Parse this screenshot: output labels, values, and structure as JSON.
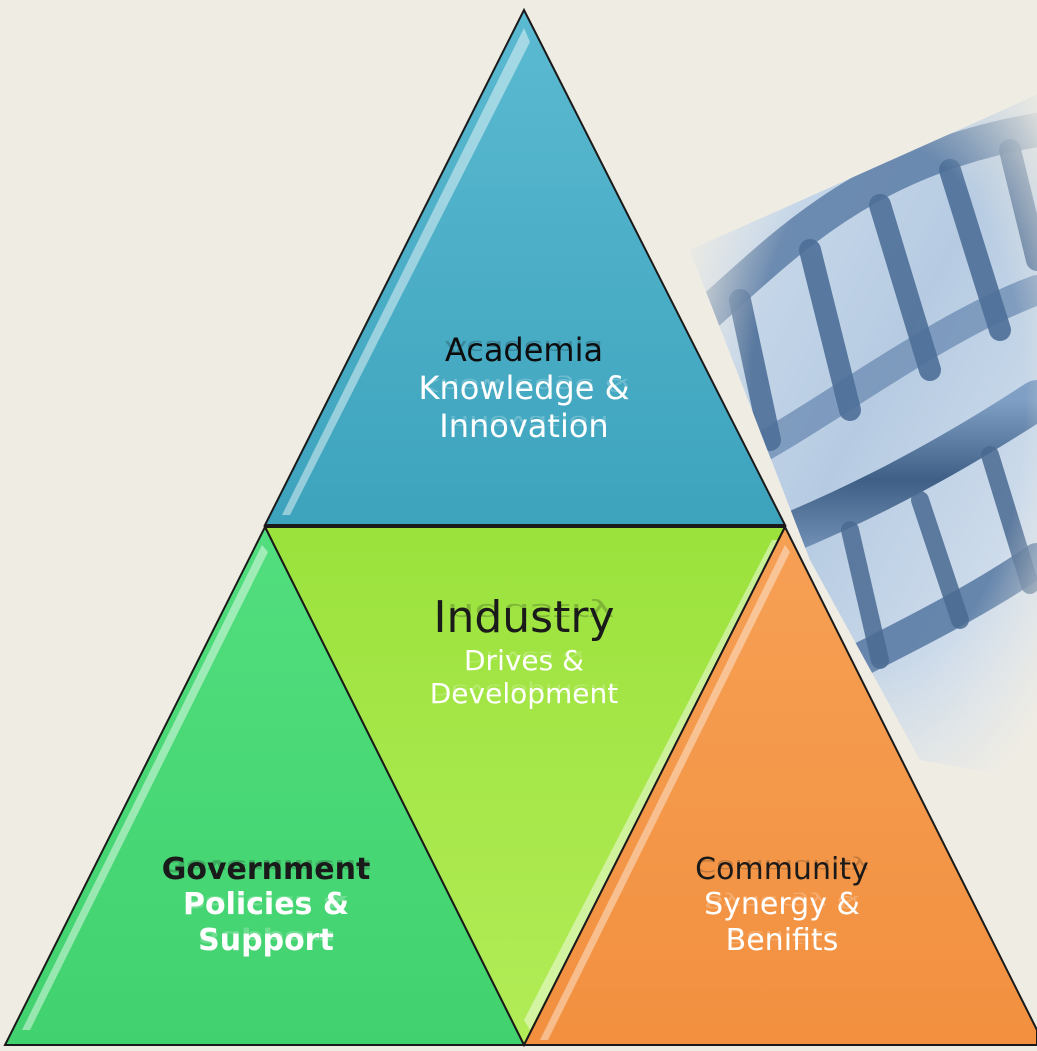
{
  "pyramid": {
    "top": {
      "title": "Academia",
      "lines": [
        "Knowledge &",
        "Innovation"
      ],
      "color": "#4aaec6"
    },
    "center": {
      "title": "Industry",
      "lines": [
        "Drives &",
        "Development"
      ],
      "color": "#a8e64a"
    },
    "left": {
      "title": "Government",
      "lines": [
        "Policies &",
        "Support"
      ],
      "color": "#49d978"
    },
    "right": {
      "title": "Community",
      "lines": [
        "Synergy &",
        "Benifits"
      ],
      "color": "#f4984a"
    }
  },
  "background": {
    "color": "#efece3",
    "image": "dna-helix"
  }
}
